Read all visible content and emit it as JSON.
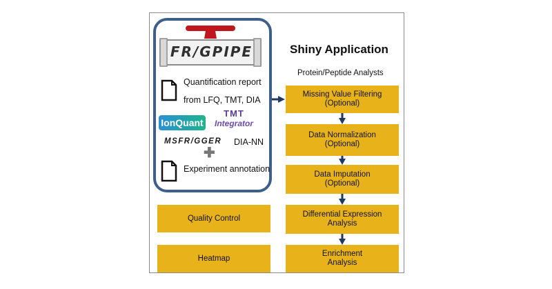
{
  "logo": {
    "text": "FR/GPIPE",
    "accent_color": "#c0161e"
  },
  "inputs": {
    "report_line1": "Quantification report",
    "report_line2": "from LFQ, TMT, DIA",
    "ionquant": "IonQuant",
    "tmt_line1": "TMT",
    "tmt_line2": "Integrator",
    "msfragger": "MSFR/GGER",
    "dia_nn": "DIA-NN",
    "annotation": "Experiment annotation"
  },
  "app": {
    "title": "Shiny Application",
    "subtitle": "Protein/Peptide Analysts"
  },
  "pipeline": [
    {
      "line1": "Missing Value Filtering",
      "line2": "(Optional)"
    },
    {
      "line1": "Data Normalization",
      "line2": "(Optional)"
    },
    {
      "line1": "Data Imputation",
      "line2": "(Optional)"
    },
    {
      "line1": "Differential Expression",
      "line2": "Analysis"
    },
    {
      "line1": "Enrichment",
      "line2": "Analysis"
    }
  ],
  "side_boxes": [
    "Quality Control",
    "Heatmap"
  ],
  "colors": {
    "box": "#e8b31a",
    "panel_border": "#3e5f8a",
    "arrow": "#1f3864"
  }
}
